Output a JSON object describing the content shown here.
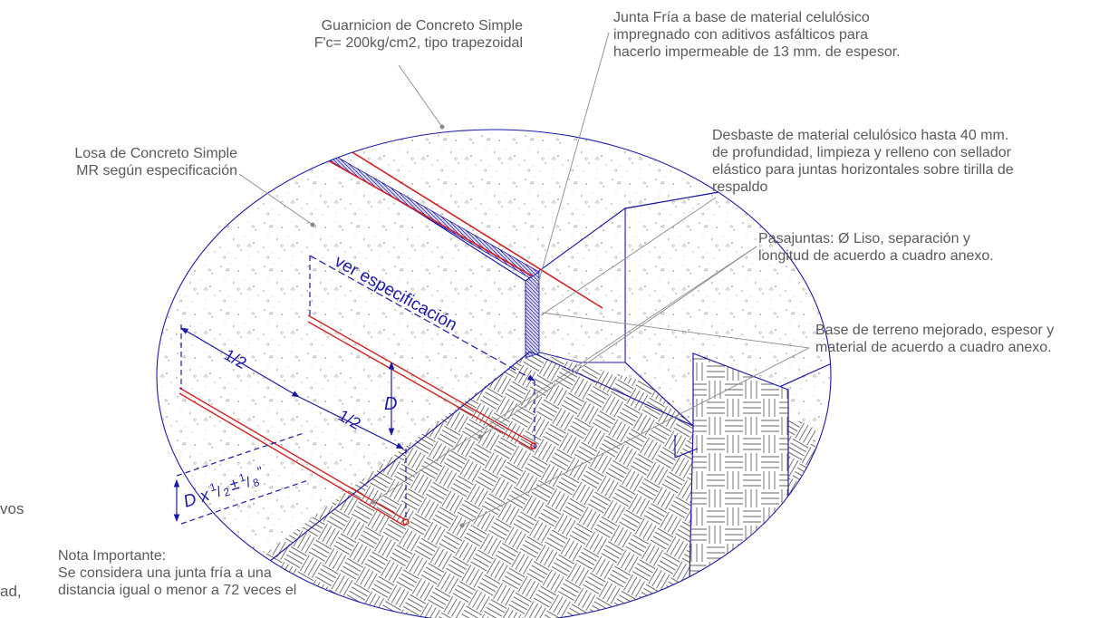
{
  "labels": {
    "guarnicion": [
      "Guarnicion de Concreto Simple",
      "F'c= 200kg/cm2, tipo trapezoidal"
    ],
    "junta_fria": [
      "Junta Fría a base de material celulósico",
      "impregnado con aditivos asfálticos para",
      "hacerlo impermeable de 13 mm. de espesor."
    ],
    "losa": [
      "Losa de Concreto Simple",
      "MR según especificación"
    ],
    "desbaste": [
      "Desbaste de material celulósico hasta  40 mm.",
      "de profundidad, limpieza y relleno con sellador",
      "elástico para juntas horizontales sobre tirilla de",
      "respaldo"
    ],
    "pasajuntas": [
      "Pasajuntas: Ø Liso, separación y",
      "longitud de acuerdo a cuadro anexo."
    ],
    "base": [
      "Base de terreno mejorado, espesor y",
      "material de acuerdo a cuadro anexo."
    ],
    "nota": [
      "Nota Importante:",
      "Se considera una junta fría a una",
      "distancia igual o menor a 72 veces el"
    ],
    "left_fragments": [
      "vos",
      "ad,"
    ]
  },
  "dimensions": {
    "ver_especificacion": "ver especificación",
    "half_1": "1/2",
    "half_2": "1/2",
    "depth": "D",
    "depth_formula": "D x",
    "frac_1_num": "1",
    "frac_1_den": "2",
    "plus_minus": "±",
    "frac_2_num": "1",
    "frac_2_den": "8",
    "inch_mark": "\""
  },
  "colors": {
    "dimension_blue": "#1a1aa8",
    "dowel_red": "#d42020",
    "leader_gray": "#8a8a8a",
    "label_gray": "#5a5a5a"
  }
}
